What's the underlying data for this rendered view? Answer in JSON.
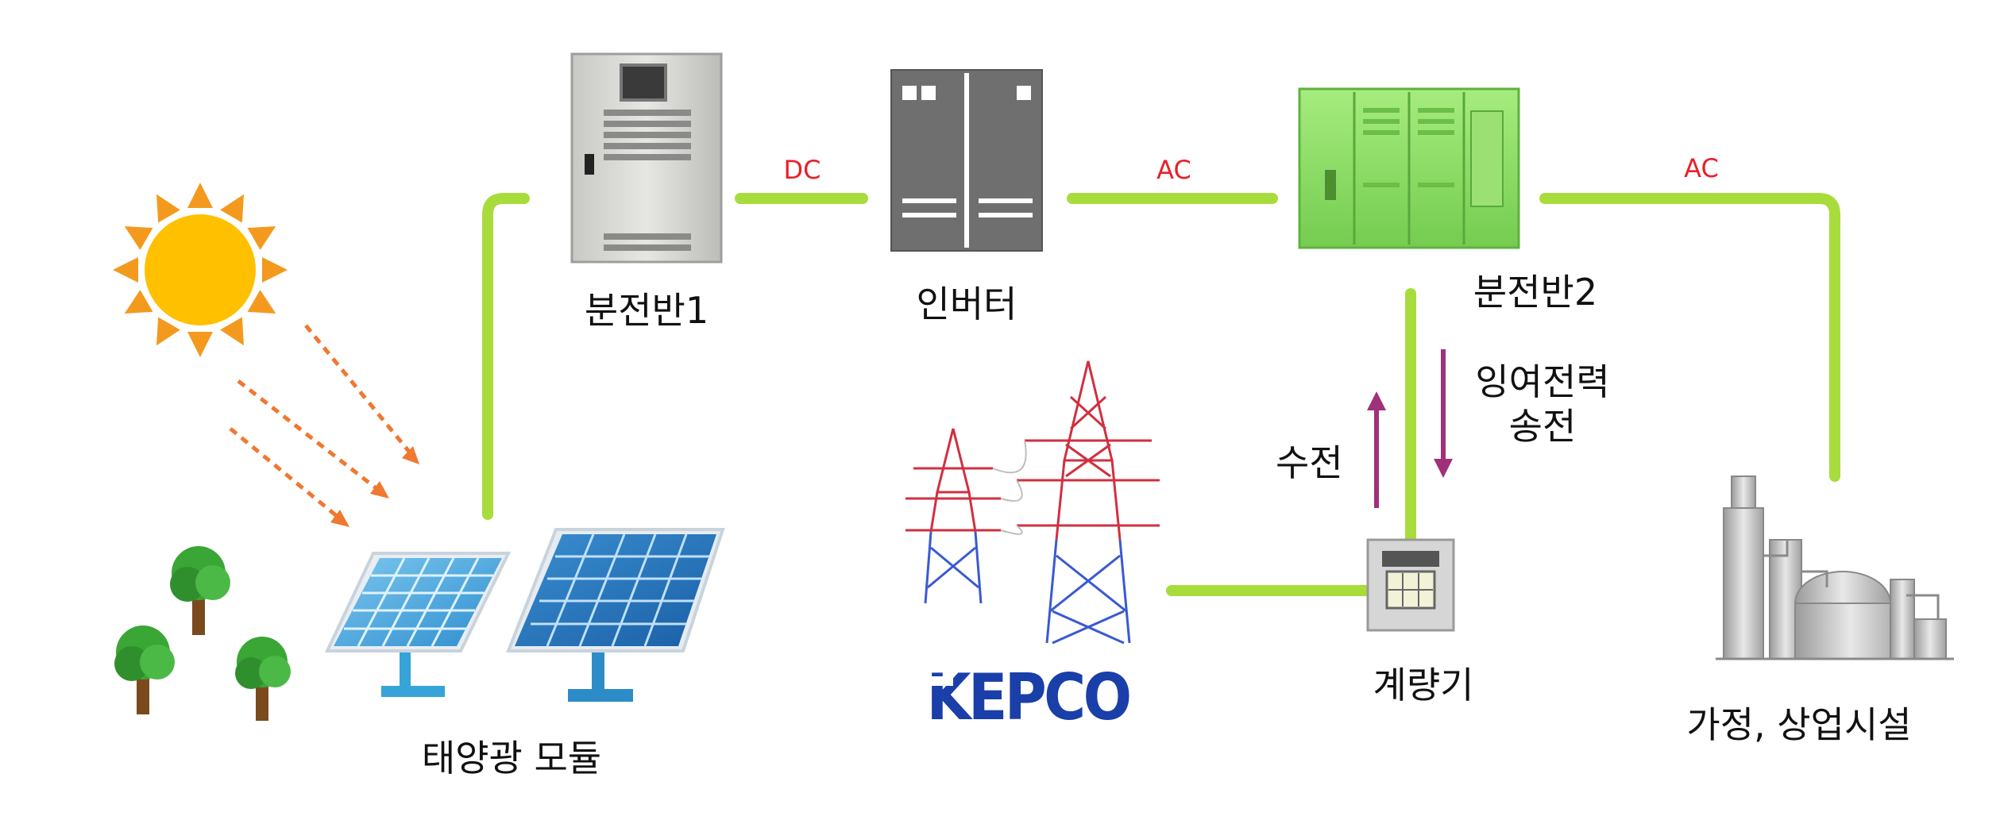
{
  "labels": {
    "panel1": "분전반1",
    "inverter": "인버터",
    "panel2": "분전반2",
    "solar_module": "태양광 모듈",
    "meter": "계량기",
    "facility": "가정, 상업시설",
    "receive": "수전",
    "surplus_line1": "잉여전력",
    "surplus_line2": "송전"
  },
  "connections": {
    "panel1_to_inverter": "DC",
    "inverter_to_panel2": "AC",
    "panel2_to_facility": "AC"
  },
  "logo": {
    "text": "KEPCO"
  },
  "colors": {
    "line": "#a8dc3c",
    "current_label": "#e8202a",
    "arrow": "#a0307a",
    "sun_core": "#ffc000",
    "sun_rays": "#f39a1e",
    "ray_dash": "#f07830",
    "panel2_green": "#8fe06a",
    "kepco_blue": "#1a3fa8",
    "tower_red": "#d03040",
    "tower_blue": "#3a5ad0"
  }
}
